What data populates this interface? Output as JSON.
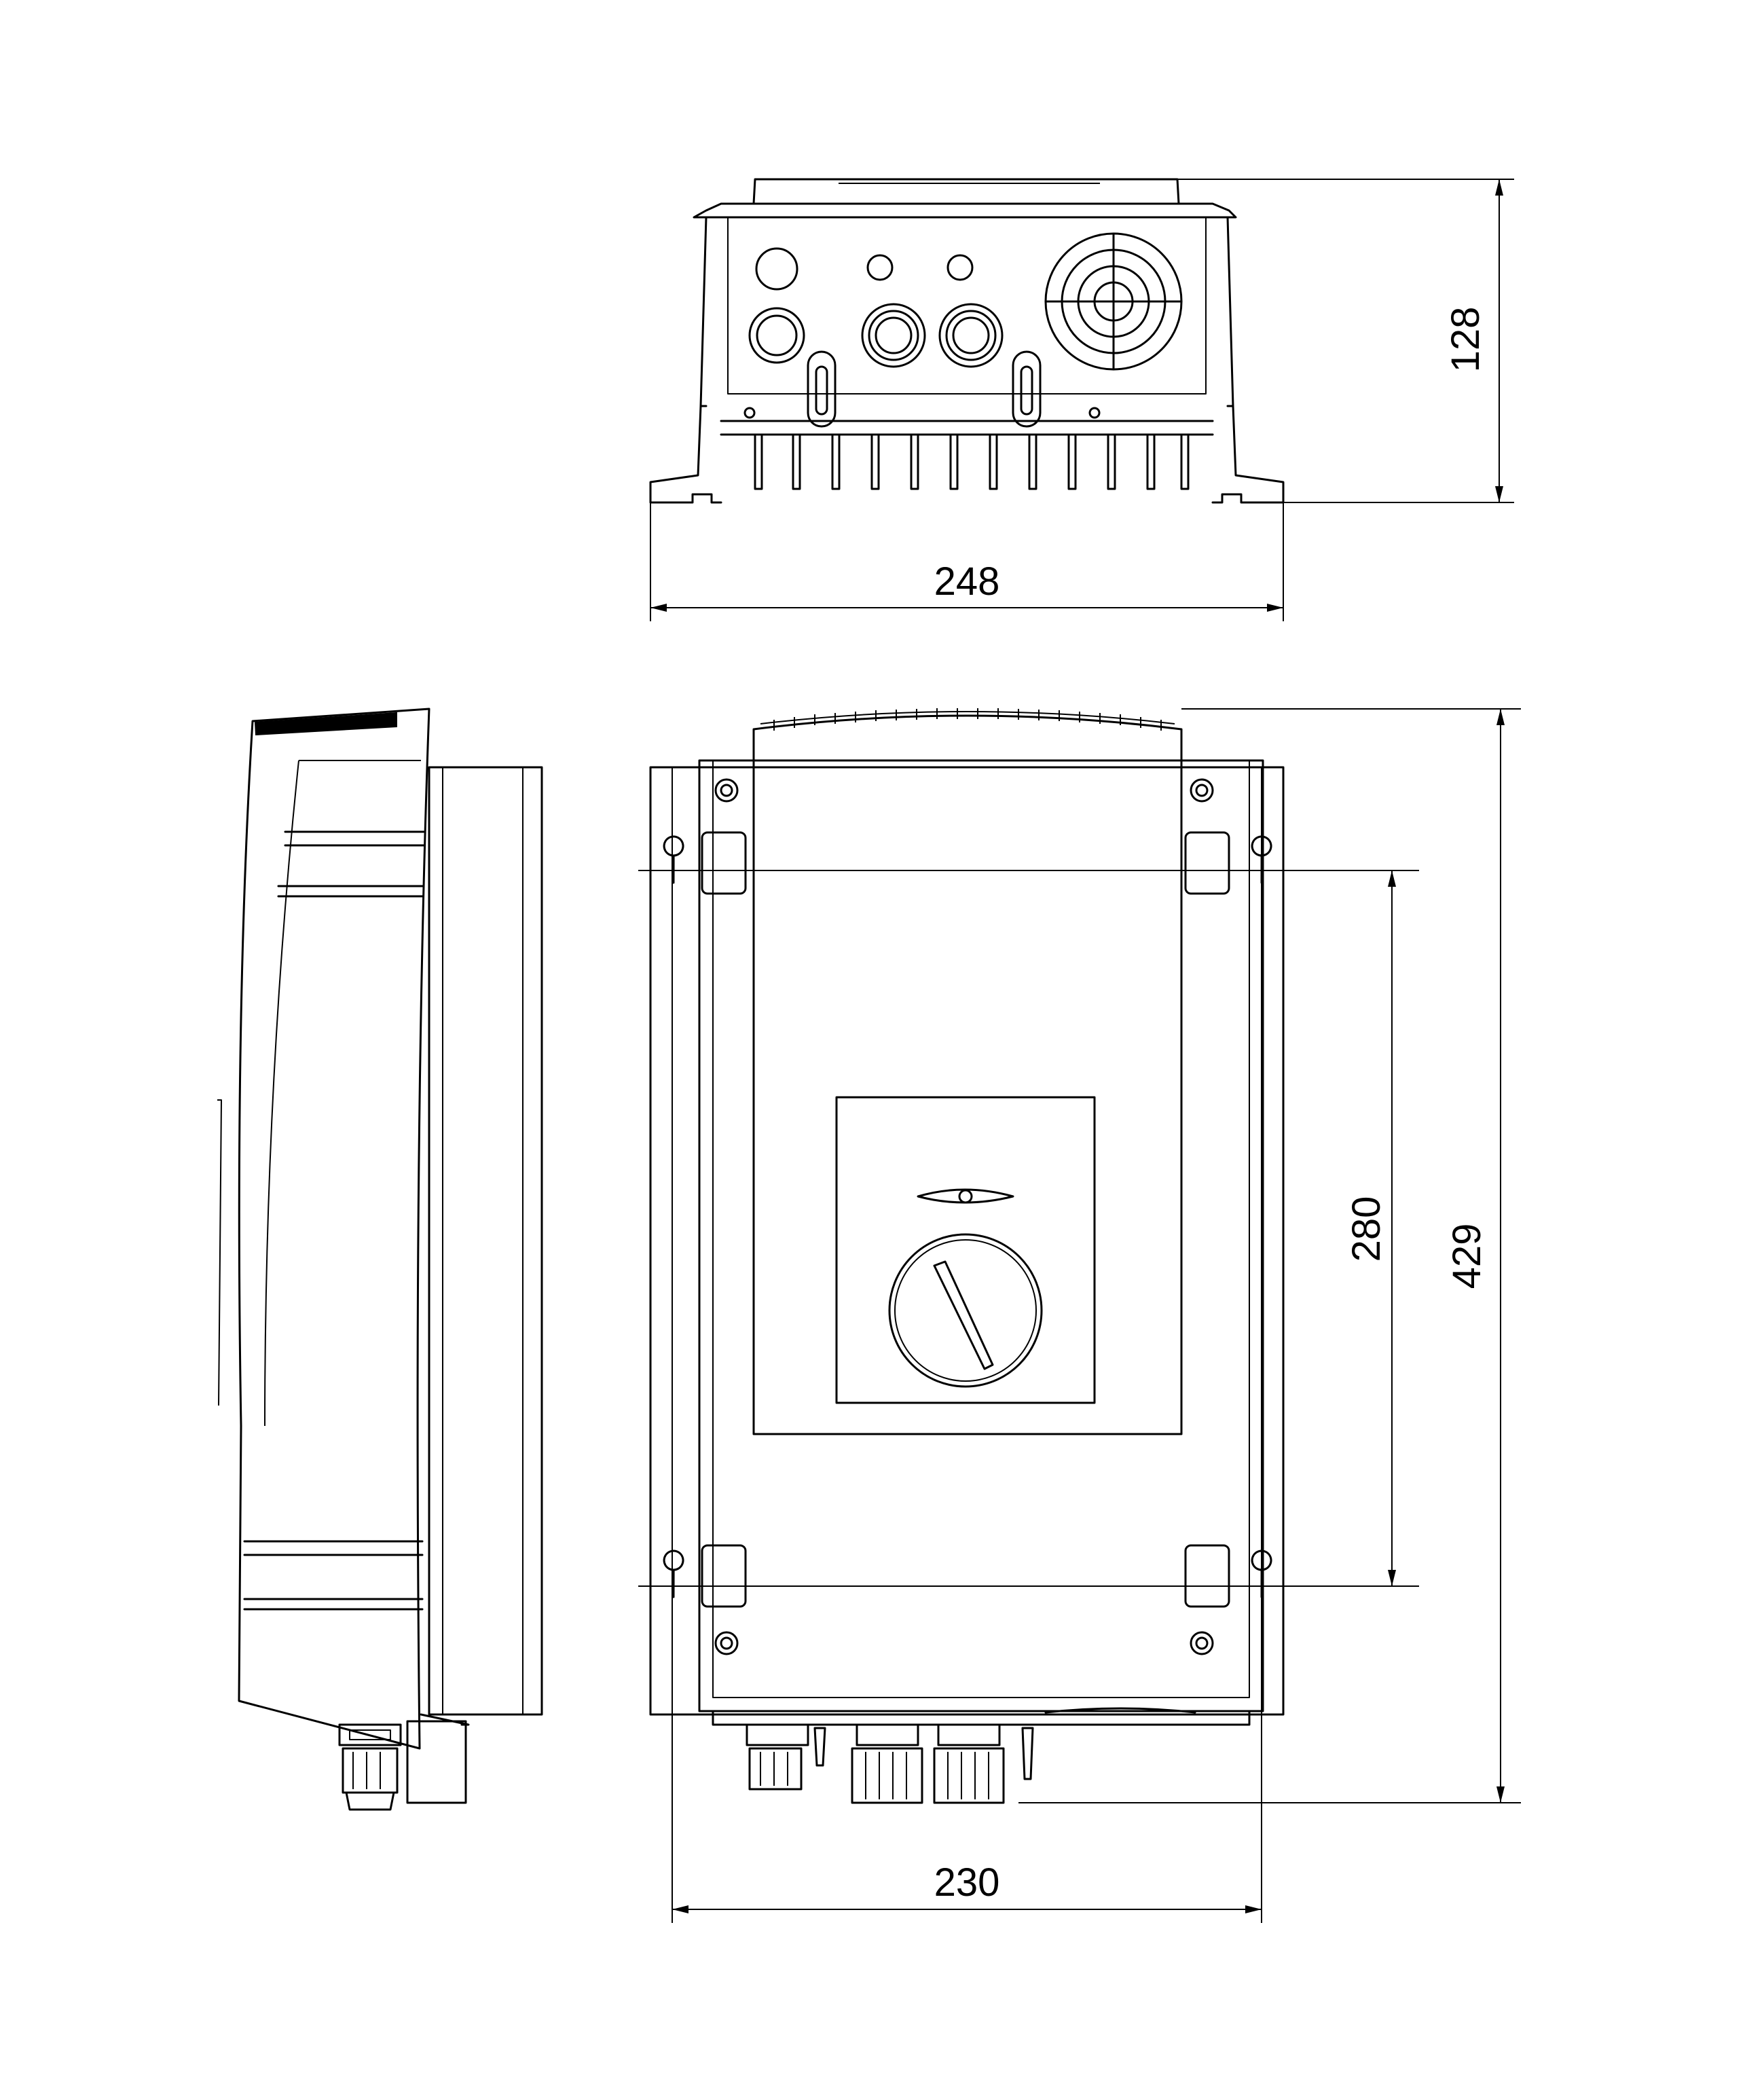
{
  "dimensions": {
    "top_width": "248",
    "top_height": "128",
    "front_width": "230",
    "front_height": "429",
    "mount_spacing": "280"
  },
  "colors": {
    "line": "#000000",
    "background": "#ffffff"
  }
}
